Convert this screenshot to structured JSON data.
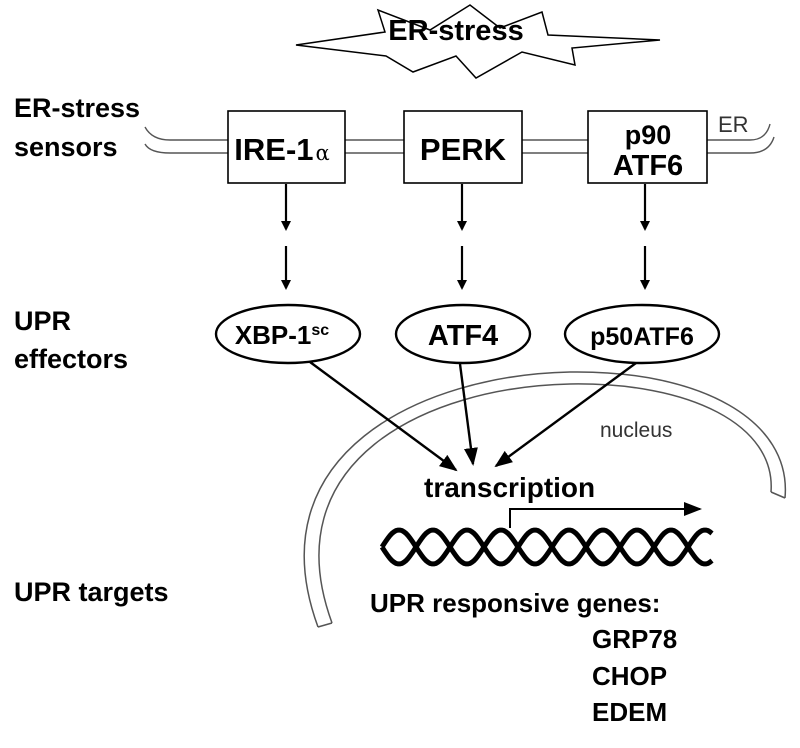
{
  "stress": {
    "label": "ER-stress"
  },
  "row_labels": {
    "sensors_line1": "ER-stress",
    "sensors_line2": "sensors",
    "effectors_line1": "UPR",
    "effectors_line2": "effectors",
    "targets": "UPR targets"
  },
  "sensors": [
    {
      "main": "IRE-1",
      "suffix": "α"
    },
    {
      "main": "PERK"
    },
    {
      "line1": "p90",
      "line2": "ATF6"
    }
  ],
  "er_label": "ER",
  "effectors": [
    {
      "main": "XBP-1",
      "sup": "sc"
    },
    {
      "main": "ATF4"
    },
    {
      "main": "p50ATF6"
    }
  ],
  "nucleus_label": "nucleus",
  "transcription_label": "transcription",
  "genes": {
    "heading": "UPR responsive genes:",
    "items": [
      "GRP78",
      "CHOP",
      "EDEM"
    ]
  }
}
